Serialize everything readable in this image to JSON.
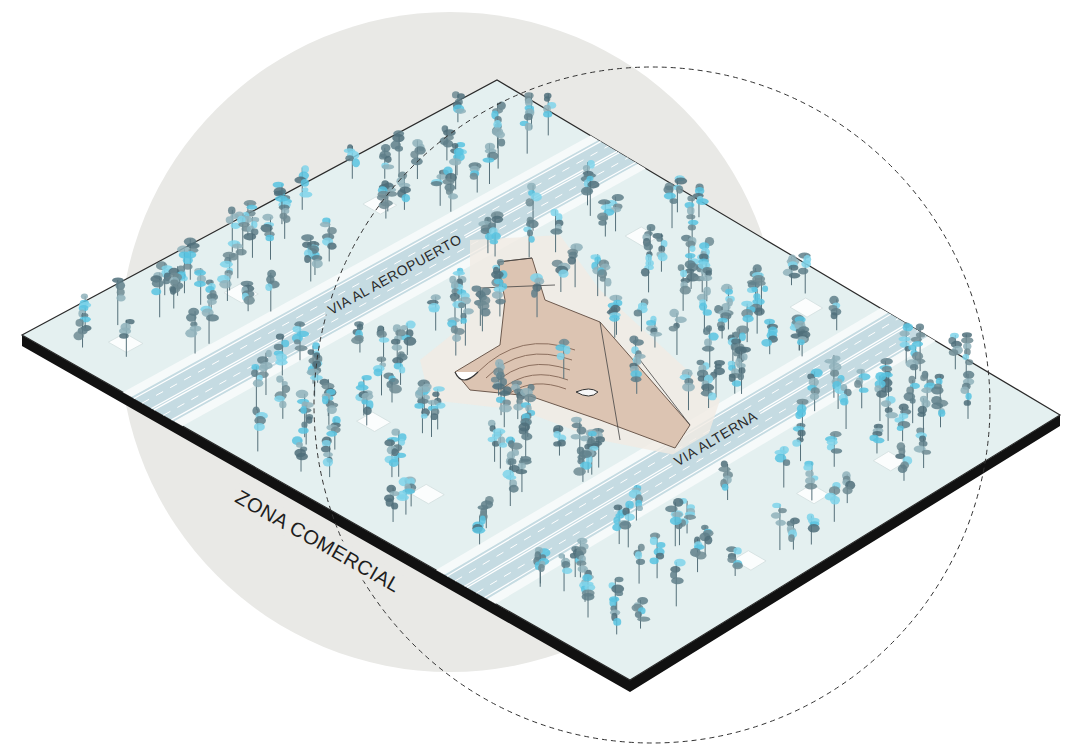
{
  "diagram": {
    "labels": [
      "VIA AL AEROPUERTO",
      "VIA ALTERNA",
      "ZONA COMERCIAL"
    ]
  }
}
